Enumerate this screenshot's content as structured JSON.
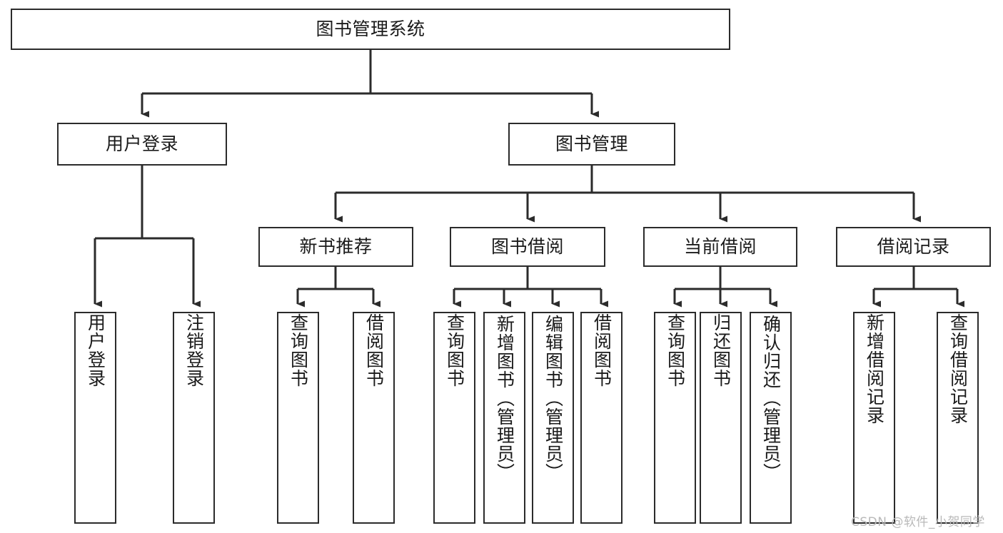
{
  "diagram": {
    "title": "图书管理系统",
    "type": "功能结构图",
    "root": {
      "label": "图书管理系统"
    },
    "level2": [
      {
        "label": "用户登录"
      },
      {
        "label": "图书管理"
      }
    ],
    "level3": [
      {
        "label": "新书推荐",
        "parent": "图书管理"
      },
      {
        "label": "图书借阅",
        "parent": "图书管理"
      },
      {
        "label": "当前借阅",
        "parent": "图书管理"
      },
      {
        "label": "借阅记录",
        "parent": "图书管理"
      }
    ],
    "leaves": [
      {
        "label": "用户登录",
        "parent": "用户登录"
      },
      {
        "label": "注销登录",
        "parent": "用户登录"
      },
      {
        "label": "查询图书",
        "parent": "新书推荐"
      },
      {
        "label": "借阅图书",
        "parent": "新书推荐"
      },
      {
        "label": "查询图书",
        "parent": "图书借阅"
      },
      {
        "label": "新增图书（管理员）",
        "parent": "图书借阅"
      },
      {
        "label": "编辑图书（管理员）",
        "parent": "图书借阅"
      },
      {
        "label": "借阅图书",
        "parent": "图书借阅"
      },
      {
        "label": "查询图书",
        "parent": "当前借阅"
      },
      {
        "label": "归还图书",
        "parent": "当前借阅"
      },
      {
        "label": "确认归还（管理员）",
        "parent": "当前借阅"
      },
      {
        "label": "新增借阅记录",
        "parent": "借阅记录"
      },
      {
        "label": "查询借阅记录",
        "parent": "借阅记录"
      }
    ],
    "watermark": "CSDN @软件_小贺同学",
    "colors": {
      "stroke": "#2b2b2b",
      "background": "#ffffff",
      "text": "#1a1a1a",
      "watermark": "#b9b9b9"
    }
  }
}
